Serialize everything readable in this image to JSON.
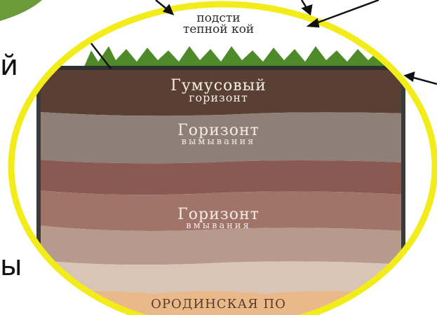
{
  "top_caption": {
    "line1": "подсти",
    "line2": "тепной кой"
  },
  "horizons": {
    "humus_line1": "Гумусовый",
    "humus_line2": "горизонт",
    "eluvial_line1": "Горизонт",
    "eluvial_line2": "вымывания",
    "illuvial_line1": "Горизонт",
    "illuvial_line2": "вмывания"
  },
  "bottom_label": "ОРОДИНСКАЯ ПО",
  "side_letters": {
    "upper": "й",
    "lower": "ы"
  },
  "colors": {
    "frame": "#f2ec1a",
    "grass": "#4e8a2a",
    "humus": "#5a4034",
    "eluvial": "#8e7f77",
    "illuvial_top": "#8a5a52",
    "illuvial_mid": "#a07468",
    "illuvial_low": "#b89a8c",
    "illuvial_bottom": "#d9c4b5",
    "bedrock": "#e9b98a"
  }
}
